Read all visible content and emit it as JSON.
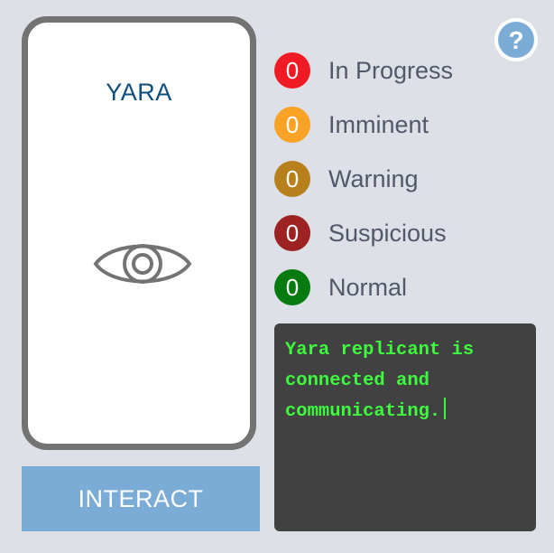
{
  "replicant": {
    "name": "YARA",
    "icon": "eye-icon"
  },
  "interact_button": {
    "label": "INTERACT"
  },
  "help": {
    "symbol": "?",
    "icon": "question-circle-icon"
  },
  "statuses": [
    {
      "count": "0",
      "label": "In Progress",
      "color": "#ef1a23"
    },
    {
      "count": "0",
      "label": "Imminent",
      "color": "#f8a326"
    },
    {
      "count": "0",
      "label": "Warning",
      "color": "#b7801d"
    },
    {
      "count": "0",
      "label": "Suspicious",
      "color": "#9d2222"
    },
    {
      "count": "0",
      "label": "Normal",
      "color": "#077b10"
    }
  ],
  "console": {
    "lines": [
      "Yara replicant is",
      "connected and",
      "communicating."
    ]
  },
  "colors": {
    "background": "#dde0e6",
    "card_border": "#737373",
    "title": "#0f4d7c",
    "button": "#7bacd6",
    "console_bg": "#414141",
    "console_text": "#3dfb3d",
    "help": "#7bacd6"
  }
}
